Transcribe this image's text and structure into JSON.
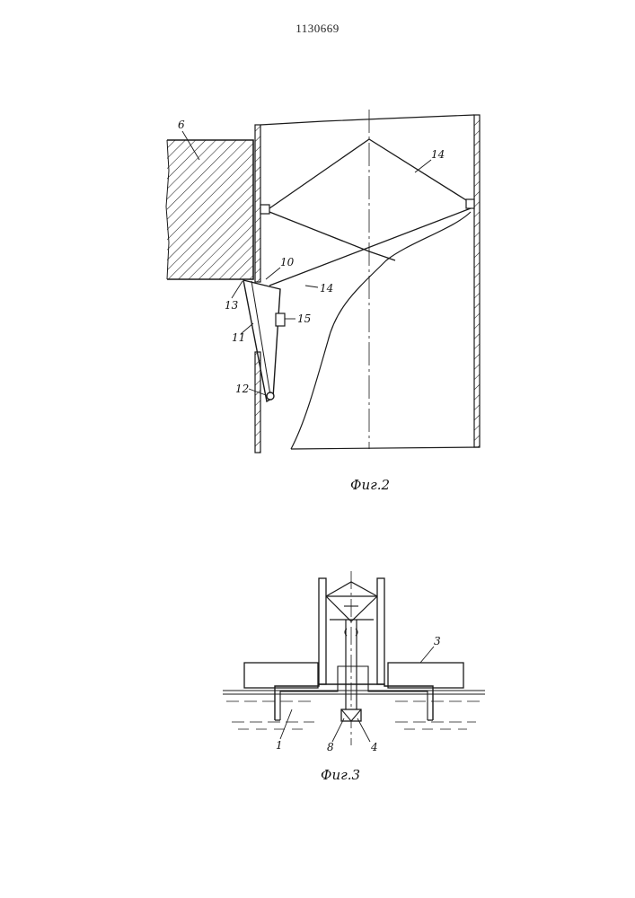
{
  "patent_number": "1130669",
  "figure2": {
    "caption": "Фиг.2",
    "labels": {
      "l6": "6",
      "l10": "10",
      "l11": "11",
      "l12": "12",
      "l13": "13",
      "l14a": "14",
      "l14b": "14",
      "l15": "15"
    }
  },
  "figure3": {
    "caption": "Фиг.3",
    "labels": {
      "l1": "1",
      "l3": "3",
      "l4": "4",
      "l8": "8"
    }
  }
}
